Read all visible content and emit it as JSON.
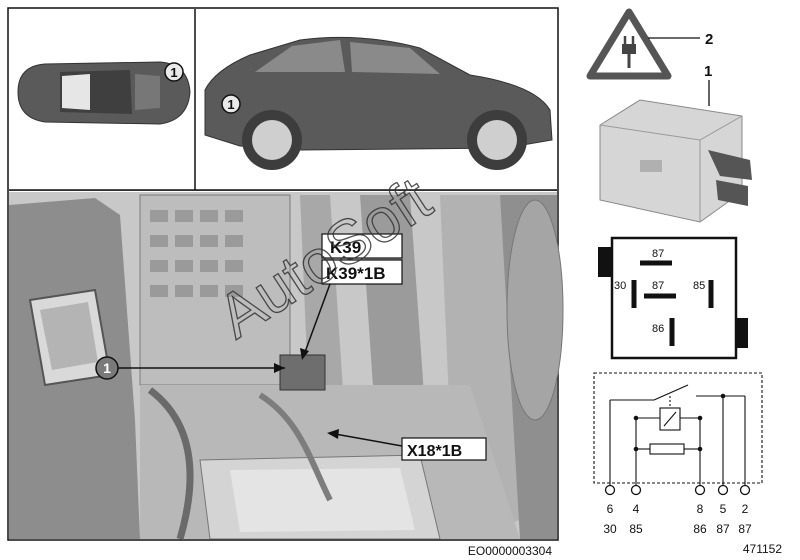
{
  "callouts": {
    "inset_top_view": "1",
    "inset_side_view": "1",
    "main_view": "1",
    "warning_symbol": "2",
    "relay": "1"
  },
  "components": {
    "relay_primary": "K39",
    "relay_secondary": "K39*1B",
    "connector": "X18*1B"
  },
  "relay_pinout": {
    "pins": [
      "87",
      "30",
      "87",
      "85",
      "86"
    ]
  },
  "circuit": {
    "pin_numbers": [
      "6",
      "4",
      "8",
      "5",
      "2"
    ],
    "terminal_labels": [
      "30",
      "85",
      "86",
      "87",
      "87"
    ]
  },
  "watermark": "AutoSoft",
  "diagram_code": "EO0000003304",
  "part_number": "471152",
  "colors": {
    "line": "#111111",
    "vehicle": "#5a5a5a",
    "interior_light": "#cfcfcf",
    "interior_dark": "#8a8a8a",
    "relay_body": "#d6d6d6"
  }
}
